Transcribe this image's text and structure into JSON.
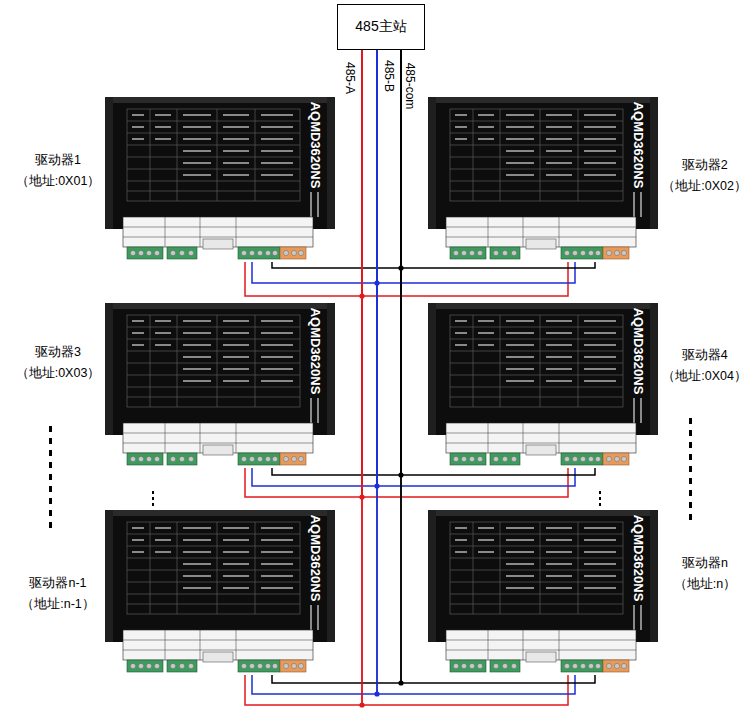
{
  "diagram": {
    "nodes": [
      {
        "text": [
          "485主站"
        ]
      },
      {
        "text": [
          "驱动器1",
          "（地址:0X01）",
          "AQMD3620NS"
        ]
      },
      {
        "text": [
          "驱动器2",
          "（地址:0X02）",
          "AQMD3620NS"
        ]
      },
      {
        "text": [
          "驱动器3",
          "（地址:0X03）",
          "AQMD3620NS"
        ]
      },
      {
        "text": [
          "驱动器4",
          "（地址:0X04）",
          "AQMD3620NS"
        ]
      },
      {
        "text": [
          "驱动器n-1",
          "（地址:n-1）",
          "AQMD3620NS"
        ]
      },
      {
        "text": [
          "驱动器n",
          "（地址:n）",
          "AQMD3620NS"
        ]
      }
    ],
    "edges": [
      {
        "from": 0,
        "to": 1,
        "arrow": "none"
      },
      {
        "from": 0,
        "to": 1,
        "arrow": "none"
      },
      {
        "from": 0,
        "to": 1,
        "arrow": "none"
      },
      {
        "from": 0,
        "to": 2,
        "arrow": "none"
      },
      {
        "from": 0,
        "to": 2,
        "arrow": "none"
      },
      {
        "from": 0,
        "to": 2,
        "arrow": "none"
      },
      {
        "from": 0,
        "to": 3,
        "arrow": "none"
      },
      {
        "from": 0,
        "to": 3,
        "arrow": "none"
      },
      {
        "from": 0,
        "to": 3,
        "arrow": "none"
      },
      {
        "from": 0,
        "to": 4,
        "arrow": "none"
      },
      {
        "from": 0,
        "to": 4,
        "arrow": "none"
      },
      {
        "from": 0,
        "to": 4,
        "arrow": "none"
      },
      {
        "from": 0,
        "to": 5,
        "arrow": "none"
      },
      {
        "from": 0,
        "to": 5,
        "arrow": "none"
      },
      {
        "from": 0,
        "to": 5,
        "arrow": "none"
      },
      {
        "from": 0,
        "to": 6,
        "arrow": "none"
      },
      {
        "from": 0,
        "to": 6,
        "arrow": "none"
      },
      {
        "from": 0,
        "to": 6,
        "arrow": "none"
      }
    ],
    "labels": [
      "485-A",
      "485-B",
      "485-com"
    ]
  }
}
